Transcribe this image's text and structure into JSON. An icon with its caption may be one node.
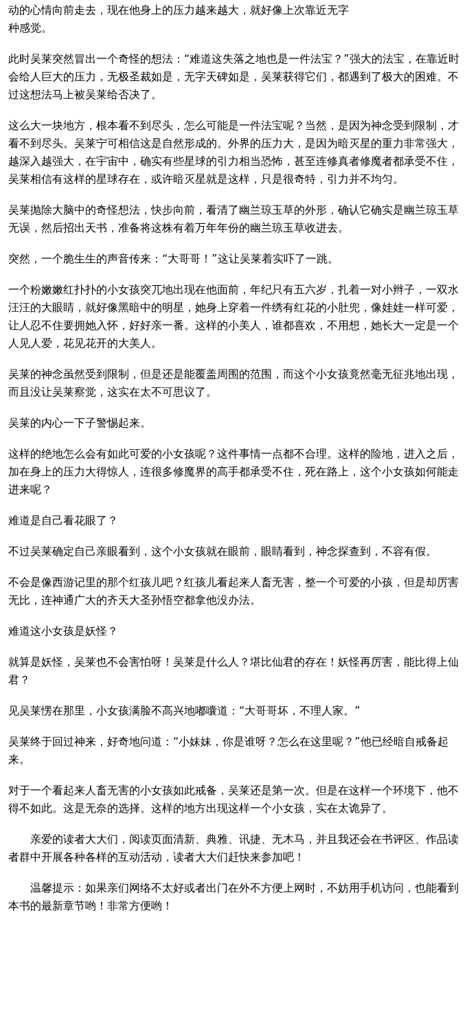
{
  "diagram": {
    "labels": [
      "动的心情向前走去，现在他身上的压力越来越大，就好像上次靠近无字",
      "种感觉。",
      "此时吴莱突然冒出一个奇怪的想法：“难道这失落之地也是一件法宝？”强大的法宝，在靠近时会给人巨大的压力，无极圣裁如是，无字天碑如是，吴莱获得它们，都遇到了极大的困难。不过这想法马上被吴莱给否决了。",
      "这么大一块地方，根本看不到尽头，怎么可能是一件法宝呢？当然，是因为神念受到限制，才看不到尽头。吴莱宁可相信这是自然形成的。外界的压力大，是因为暗灭星的重力非常强大，越深入越强大，在宇宙中，确实有些星球的引力相当恐怖，甚至连修真者修魔者都承受不住，吴莱相信有这样的星球存在，或许暗灭星就是这样，只是很奇特，引力并不均匀。",
      "吴莱抛除大脑中的奇怪想法，快步向前，看清了幽兰琼玉草的外形，确认它确实是幽兰琼玉草无误，然后招出天书，准备将这株有着万年年份的幽兰琼玉草收进去。",
      "突然，一个脆生生的声音传来：“大哥哥！”这让吴莱着实吓了一跳。",
      "一个粉嫩嫩红扑扑的小女孩突兀地出现在他面前，年纪只有五六岁，扎着一对小辫子，一双水汪汪的大眼睛，就好像黑暗中的明星，她身上穿着一件绣有红花的小肚兜，像娃娃一样可爱，让人忍不住要拥她入怀，好好亲一番。这样的小美人，谁都喜欢，不用想，她长大一定是一个人见人爱，花见花开的大美人。",
      "吴莱的神念虽然受到限制，但是还是能覆盖周围的范围，而这个小女孩竟然毫无征兆地出现，而且没让吴莱察觉，这实在太不可思议了。",
      "吴莱的内心一下子警惕起来。",
      "这样的绝地怎么会有如此可爱的小女孩呢？这件事情一点都不合理。这样的险地，进入之后，加在身上的压力大得惊人，连很多修魔界的高手都承受不住，死在路上，这个小女孩如何能走进来呢？",
      "难道是自己看花眼了？",
      "不过吴莱确定自己亲眼看到，这个小女孩就在眼前，眼睛看到，神念探查到，不容有假。",
      "不会是像西游记里的那个红孩儿吧？红孩儿看起来人畜无害，整一个可爱的小孩，但是却厉害无比，连神通广大的齐天大圣孙悟空都拿他没办法。",
      "难道这小女孩是妖怪？",
      "就算是妖怪，吴莱也不会害怕呀！吴莱是什么人？堪比仙君的存在！妖怪再厉害，能比得上仙君？",
      "见吴莱愣在那里，小女孩满脸不高兴地嘟囔道：“大哥哥坏，不理人家。”",
      "吴莱终于回过神来，好奇地问道：“小妹妹，你是谁呀？怎么在这里呢？”他已经暗自戒备起来。",
      "对于一个看起来人畜无害的小女孩如此戒备，吴莱还是第一次。但是在这样一个环境下，他不得不如此。这是无奈的选择。这样的地方出现这样一个小女孩，实在太诡异了。",
      "亲爱的读者大大们，阅读页面清新、典雅、讯捷、无木马，并且我还会在书评区、作品读者群中开展各种各样的互动活动，读者大大们赶快来参加吧！",
      "温馨提示：如果亲们网络不太好或者出门在外不方便上网时，不妨用手机访问，也能看到本书的最新章节哟！非常方便哟！"
    ]
  }
}
